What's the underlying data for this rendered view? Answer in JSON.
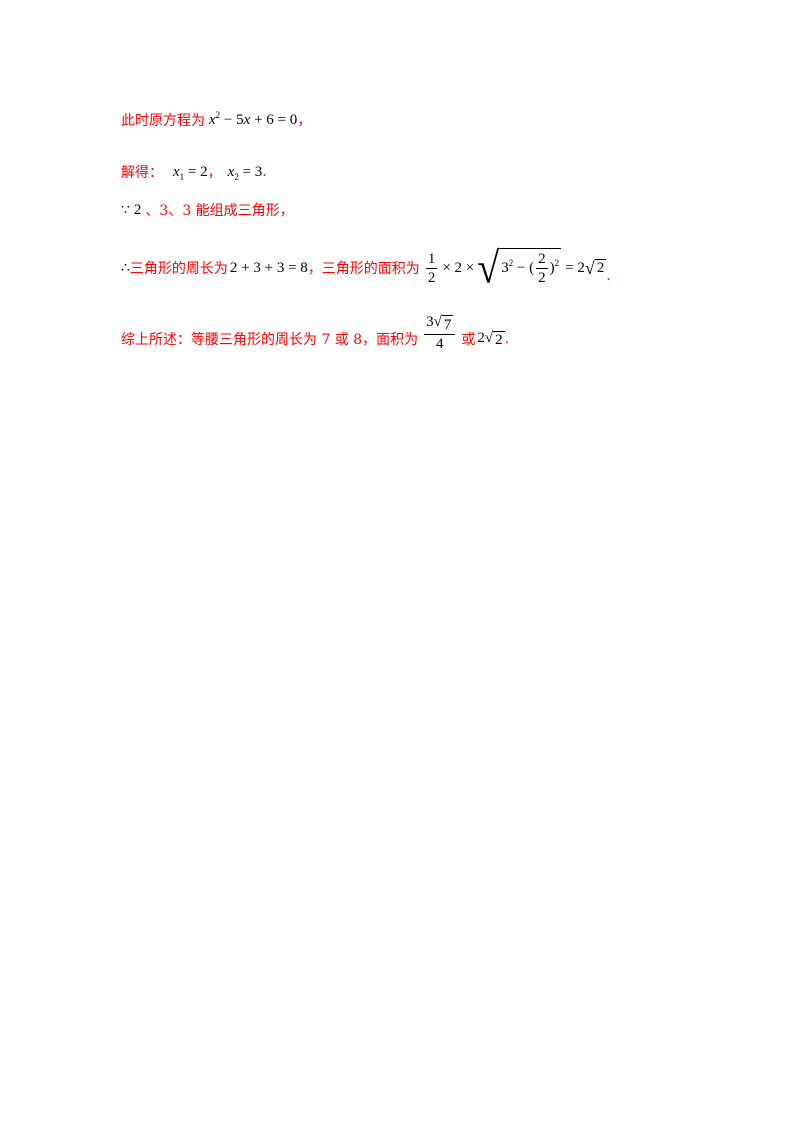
{
  "line1": {
    "text": "此时原方程为",
    "eq": "x² − 5x + 6 = 0",
    "end": "，"
  },
  "line2": {
    "text": "解得：",
    "sol1": "x₁ = 2",
    "comma": "，",
    "sol2": "x₂ = 3",
    "end": "."
  },
  "line3": {
    "since": "∵",
    "n2": "2",
    "rest": "、3、3 能组成三角形，"
  },
  "line4": {
    "therefore": "∴",
    "text1": "三角形的周长为",
    "perimeter": "2 + 3 + 3 = 8",
    "text2": "，三角形的面积为",
    "area_result": "= 2√2",
    "end": "."
  },
  "line5": {
    "text1": "综上所述：等腰三角形的周长为 7 或 8，面积为",
    "frac_num": "3√7",
    "frac_den": "4",
    "or": "或",
    "alt": "2√2",
    "end": "."
  }
}
